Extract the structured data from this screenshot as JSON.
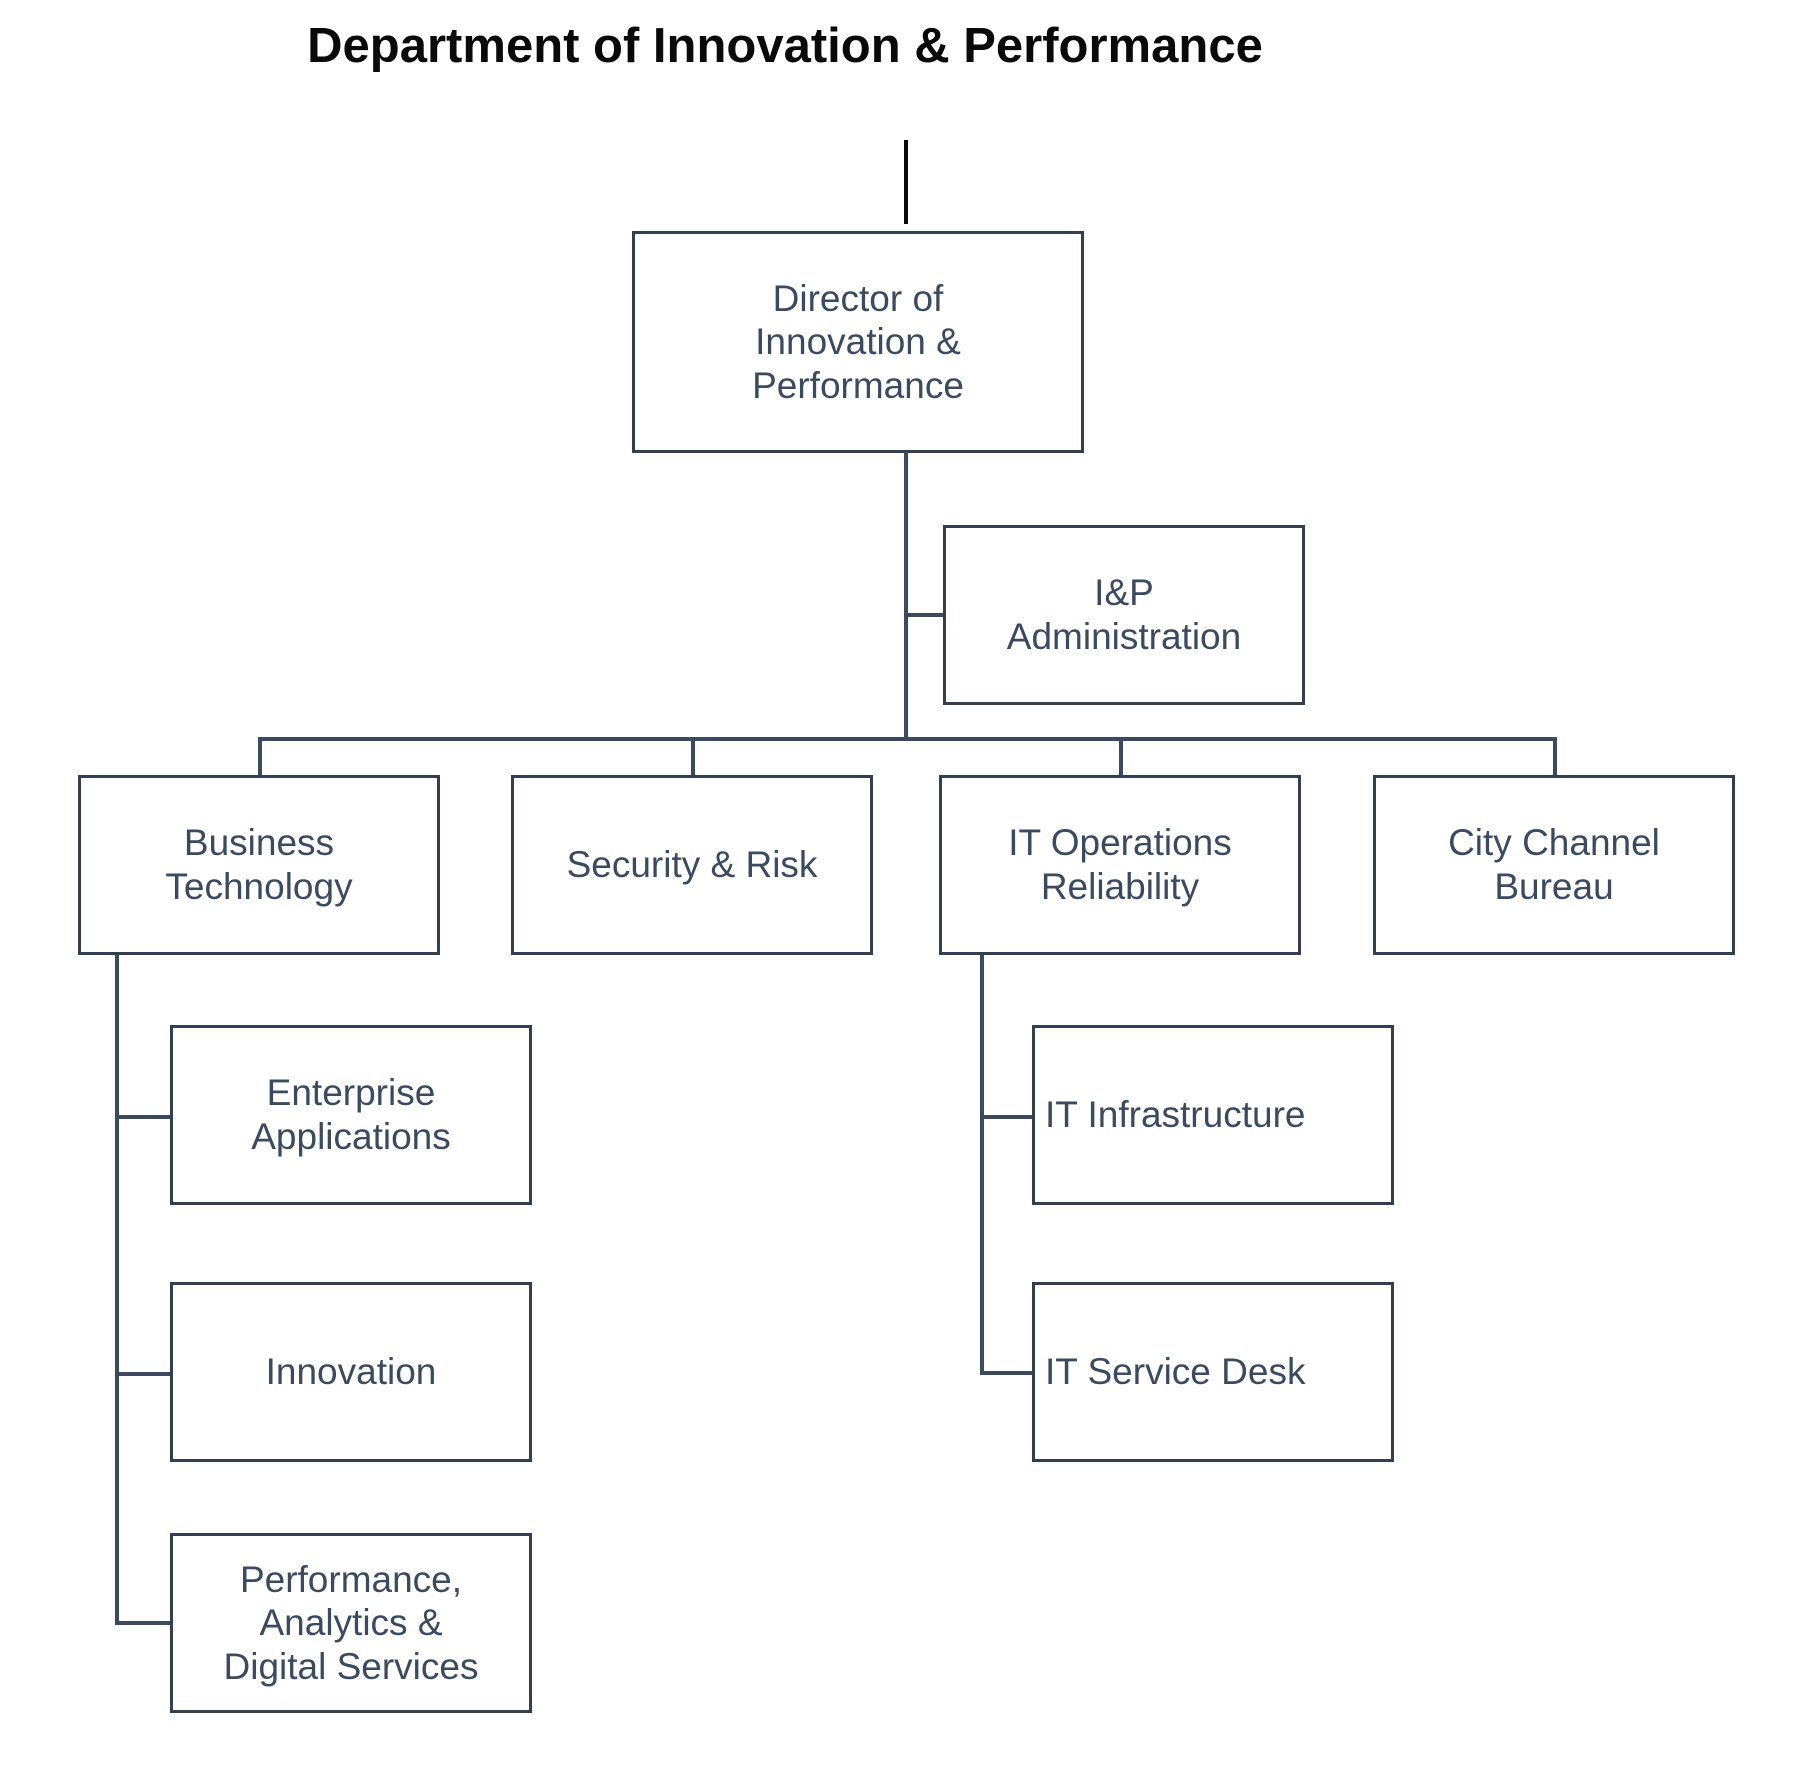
{
  "title": "Department of Innovation & Performance",
  "colors": {
    "box_border": "#333e4f",
    "text": "#3b4a5e",
    "connector": "#3b4a5e",
    "title_text": "#0a0a0a",
    "background": "#ffffff"
  },
  "nodes": {
    "director": "Director of\nInnovation &\nPerformance",
    "ip_administration": "I&P\nAdministration",
    "business_technology": "Business\nTechnology",
    "security_risk": "Security & Risk",
    "it_operations_reliability": "IT Operations\nReliability",
    "city_channel_bureau": "City Channel\nBureau",
    "enterprise_applications": "Enterprise\nApplications",
    "innovation": "Innovation",
    "performance_analytics_digital_services": "Performance,\nAnalytics &\nDigital Services",
    "it_infrastructure": "IT Infrastructure",
    "it_service_desk": "IT Service Desk"
  },
  "hierarchy": {
    "root": "Director of Innovation & Performance",
    "staff": [
      "I&P Administration"
    ],
    "divisions": [
      "Business Technology",
      "Security & Risk",
      "IT Operations Reliability",
      "City Channel Bureau"
    ],
    "business_technology_children": [
      "Enterprise Applications",
      "Innovation",
      "Performance, Analytics & Digital Services"
    ],
    "it_operations_reliability_children": [
      "IT Infrastructure",
      "IT Service Desk"
    ]
  }
}
